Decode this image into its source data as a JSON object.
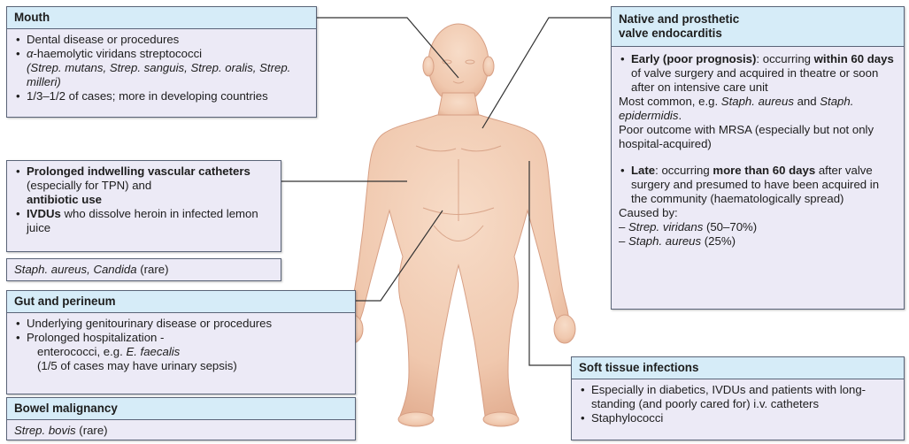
{
  "mouth": {
    "title": "Mouth",
    "item1": "Dental disease or procedures",
    "item2_alpha": "α",
    "item2_rest": "-haemolytic viridans streptococci",
    "item2_species": "(Strep. mutans, Strep. sanguis, Strep. oralis, Strep. milleri)",
    "item3": "1/3–1/2 of cases; more in developing countries"
  },
  "catheters": {
    "line1_bold": "Prolonged indwelling vascular catheters",
    "line1_rest": "(especially for TPN) and",
    "line1_bold2": "antibiotic use",
    "line2_bold": "IVDUs",
    "line2_rest": " who dissolve heroin in infected lemon juice",
    "organisms_italic": "Staph. aureus, Candida",
    "organisms_rest": " (rare)"
  },
  "gut": {
    "title": "Gut and perineum",
    "item1": "Underlying genitourinary disease or procedures",
    "item2_line": "Prolonged hospitalization -",
    "item2_sub_pre": "enterococci, e.g. ",
    "item2_sub_italic": "E. faecalis",
    "item2_sub2": "(1/5 of cases may have urinary sepsis)"
  },
  "bowel": {
    "title": "Bowel malignancy",
    "organism_italic": "Strep. bovis",
    "organism_rest": " (rare)"
  },
  "valve": {
    "title_line1": "Native and prosthetic",
    "title_line2": "valve endocarditis",
    "early_bold": "Early (poor prognosis)",
    "early_rest1": ": occurring ",
    "early_bold2": "within 60 days",
    "early_rest2": " of valve surgery and acquired in theatre or soon after on intensive care unit",
    "common_pre": "Most common, e.g. ",
    "common_italic1": "Staph. aureus",
    "common_and": " and ",
    "common_italic2": "Staph. epidermidis",
    "common_end": ".",
    "outcome": "Poor outcome with MRSA (especially but not only hospital-acquired)",
    "late_bold": "Late",
    "late_rest1": ": occurring ",
    "late_bold2": "more than 60 days",
    "late_rest2": " after valve surgery and presumed to have been acquired in the community (haematologically spread)",
    "caused_by": "Caused by:",
    "cause1_dash": "– ",
    "cause1_italic": "Strep. viridans",
    "cause1_rest": " (50–70%)",
    "cause2_dash": "– ",
    "cause2_italic": "Staph. aureus",
    "cause2_rest": " (25%)"
  },
  "soft": {
    "title": "Soft tissue infections",
    "item1": "Especially in diabetics, IVDUs and patients with long-standing (and poorly cared for) i.v. catheters",
    "item2": "Staphylococci"
  },
  "colors": {
    "box_bg": "#eceaf6",
    "header_bg": "#d6ecf8",
    "border": "#5a6478",
    "skin": "#f2cdb5",
    "skin_shade": "#e3ad92"
  }
}
